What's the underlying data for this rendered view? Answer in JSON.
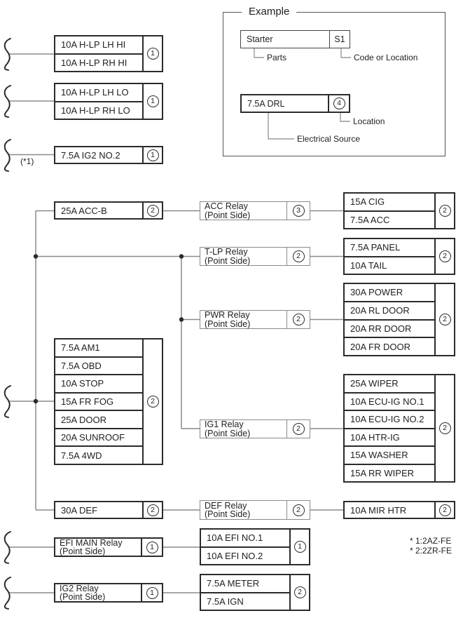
{
  "example": {
    "title": "Example",
    "parts_label": "Starter",
    "code_label": "S1",
    "caption_parts": "Parts",
    "caption_code": "Code or Location",
    "source_label": "7.5A DRL",
    "location_num": "4",
    "caption_location": "Location",
    "caption_source": "Electrical Source"
  },
  "labels": {
    "star1": "(*1)"
  },
  "notes": {
    "line1": "* 1:2AZ-FE",
    "line2": "* 2:2ZR-FE"
  },
  "boxes": {
    "hlp_hi": {
      "rows": [
        "10A H-LP LH HI",
        "10A H-LP RH HI"
      ],
      "loc": "1"
    },
    "hlp_lo": {
      "rows": [
        "10A H-LP LH LO",
        "10A H-LP RH LO"
      ],
      "loc": "1"
    },
    "ig2_no2": {
      "rows": [
        "7.5A IG2 NO.2"
      ],
      "loc": "1"
    },
    "acc_b": {
      "rows": [
        "25A ACC-B"
      ],
      "loc": "2"
    },
    "fuse_stack": {
      "rows": [
        "7.5A AM1",
        "7.5A OBD",
        "10A STOP",
        "15A FR FOG",
        "25A DOOR",
        "20A SUNROOF",
        "7.5A 4WD"
      ],
      "loc": "2"
    },
    "def": {
      "rows": [
        "30A DEF"
      ],
      "loc": "2"
    },
    "efi_main_relay": {
      "line1": "EFI MAIN Relay",
      "line2": "(Point Side)",
      "loc": "1"
    },
    "ig2_relay": {
      "line1": "IG2 Relay",
      "line2": "(Point Side)",
      "loc": "1"
    },
    "acc_relay": {
      "line1": "ACC Relay",
      "line2": "(Point Side)",
      "loc": "3"
    },
    "tlp_relay": {
      "line1": "T-LP Relay",
      "line2": "(Point Side)",
      "loc": "2"
    },
    "pwr_relay": {
      "line1": "PWR Relay",
      "line2": "(Point Side)",
      "loc": "2"
    },
    "ig1_relay": {
      "line1": "IG1 Relay",
      "line2": "(Point Side)",
      "loc": "2"
    },
    "def_relay": {
      "line1": "DEF Relay",
      "line2": "(Point Side)",
      "loc": "2"
    },
    "cig_acc": {
      "rows": [
        "15A CIG",
        "7.5A ACC"
      ],
      "loc": "2"
    },
    "panel_tail": {
      "rows": [
        "7.5A PANEL",
        "10A TAIL"
      ],
      "loc": "2"
    },
    "power_doors": {
      "rows": [
        "30A POWER",
        "20A RL DOOR",
        "20A RR DOOR",
        "20A FR DOOR"
      ],
      "loc": "2"
    },
    "ig1_fuses": {
      "rows": [
        "25A WIPER",
        "10A ECU-IG NO.1",
        "10A ECU-IG NO.2",
        "10A HTR-IG",
        "15A WASHER",
        "15A RR WIPER"
      ],
      "loc": "2"
    },
    "mir_htr": {
      "rows": [
        "10A MIR HTR"
      ],
      "loc": "2"
    },
    "efi_fuses": {
      "rows": [
        "10A EFI NO.1",
        "10A EFI NO.2"
      ],
      "loc": "1"
    },
    "meter_ign": {
      "rows": [
        "7.5A METER",
        "7.5A IGN"
      ],
      "loc": "2"
    }
  },
  "colors": {
    "wire": "#8a8a8a",
    "border_dark": "#2b2b2b",
    "border_light": "#8a8a8a",
    "background": "#ffffff"
  }
}
